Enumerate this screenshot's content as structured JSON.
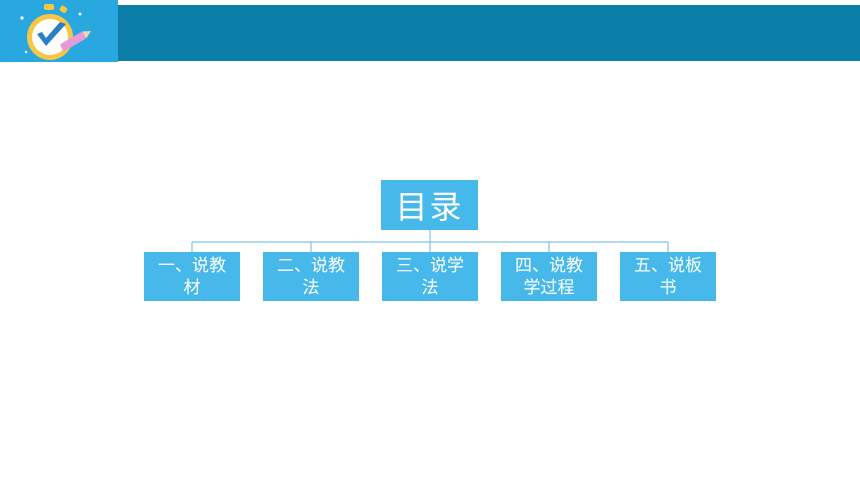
{
  "toc": {
    "title": "目录",
    "items": [
      {
        "label": "一、说教材"
      },
      {
        "label": "二、说教法"
      },
      {
        "label": "三、说学法"
      },
      {
        "label": "四、说教学过程"
      },
      {
        "label": "五、说板书"
      }
    ]
  },
  "colors": {
    "header_dark": "#0b7fa8",
    "header_light": "#29a8e0",
    "node_fill": "#47b8ea",
    "connector": "#7fc3e3"
  },
  "icons": {
    "logo": "stopwatch-check-logo-icon"
  }
}
